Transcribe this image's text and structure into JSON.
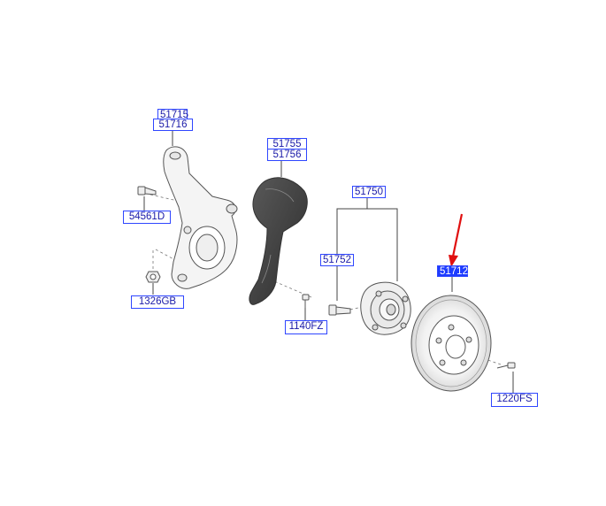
{
  "labels": {
    "knuckle_lh": "51715",
    "knuckle_rh": "51716",
    "knuckle_bolt": "54561D",
    "knuckle_nut": "1326GB",
    "dust_cover_lh": "51755",
    "dust_cover_rh": "51756",
    "cover_screw": "1140FZ",
    "hub_assembly": "51750",
    "hub_bolt": "51752",
    "brake_disc": "51712",
    "disc_screw": "1220FS"
  },
  "highlighted_part": "51712",
  "colors": {
    "label_border": "#2f46ff",
    "label_text": "#1a1aa8",
    "highlight_fill": "#1e3cff",
    "arrow": "#e01010",
    "drawing": "#555555"
  }
}
